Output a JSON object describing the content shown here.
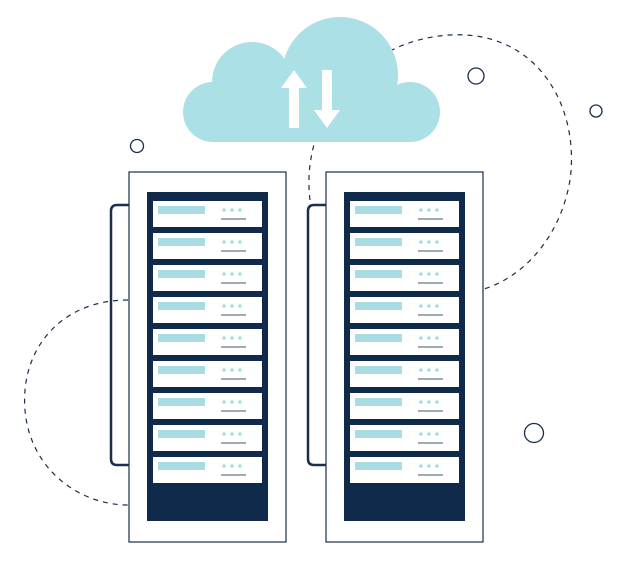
{
  "illustration": {
    "subject": "cloud-server-sync",
    "racks": 2,
    "units_per_rack": 9,
    "colors": {
      "navy": "#0f2a4a",
      "cloud": "#abe0e6",
      "accent": "#a8dde3",
      "line": "#1b2f4a",
      "slot_line": "#6b7785"
    },
    "icons": [
      "cloud-icon",
      "upload-arrow-icon",
      "download-arrow-icon",
      "server-rack-icon"
    ]
  }
}
